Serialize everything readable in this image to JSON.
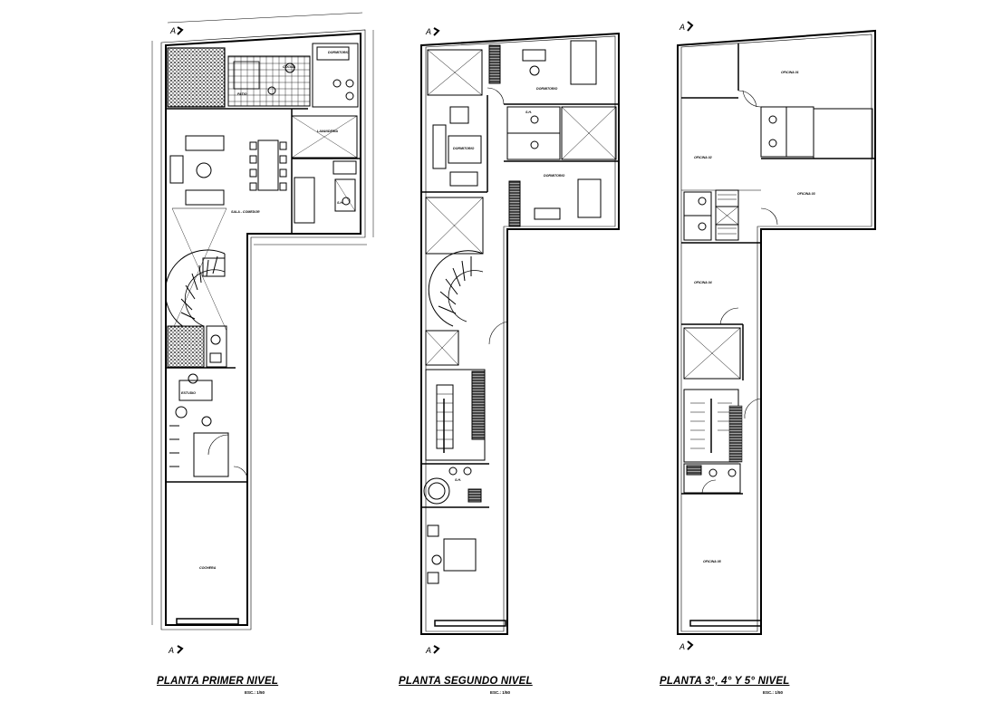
{
  "plans": [
    {
      "id": "first",
      "title": "PLANTA PRIMER NIVEL",
      "scale": "ESC.: 1/50",
      "section_marker": "A",
      "rooms": [
        "COCINA",
        "DORMITORIO",
        "SALA - COMEDOR",
        "PATIO",
        "COCHERA",
        "ESTUDIO",
        "LAVANDERIA",
        "S.H."
      ]
    },
    {
      "id": "second",
      "title": "PLANTA SEGUNDO NIVEL",
      "scale": "ESC.: 1/50",
      "section_marker": "A",
      "rooms": [
        "DORMITORIO",
        "DORMITORIO",
        "S.H.",
        "DORMITORIO",
        "S.H."
      ]
    },
    {
      "id": "upper",
      "title": "PLANTA 3°, 4° Y 5° NIVEL",
      "scale": "ESC.: 1/50",
      "section_marker": "A",
      "rooms": [
        "OFICINA 01",
        "OFICINA 02",
        "OFICINA 03",
        "OFICINA 04",
        "OFICINA 05"
      ]
    }
  ]
}
